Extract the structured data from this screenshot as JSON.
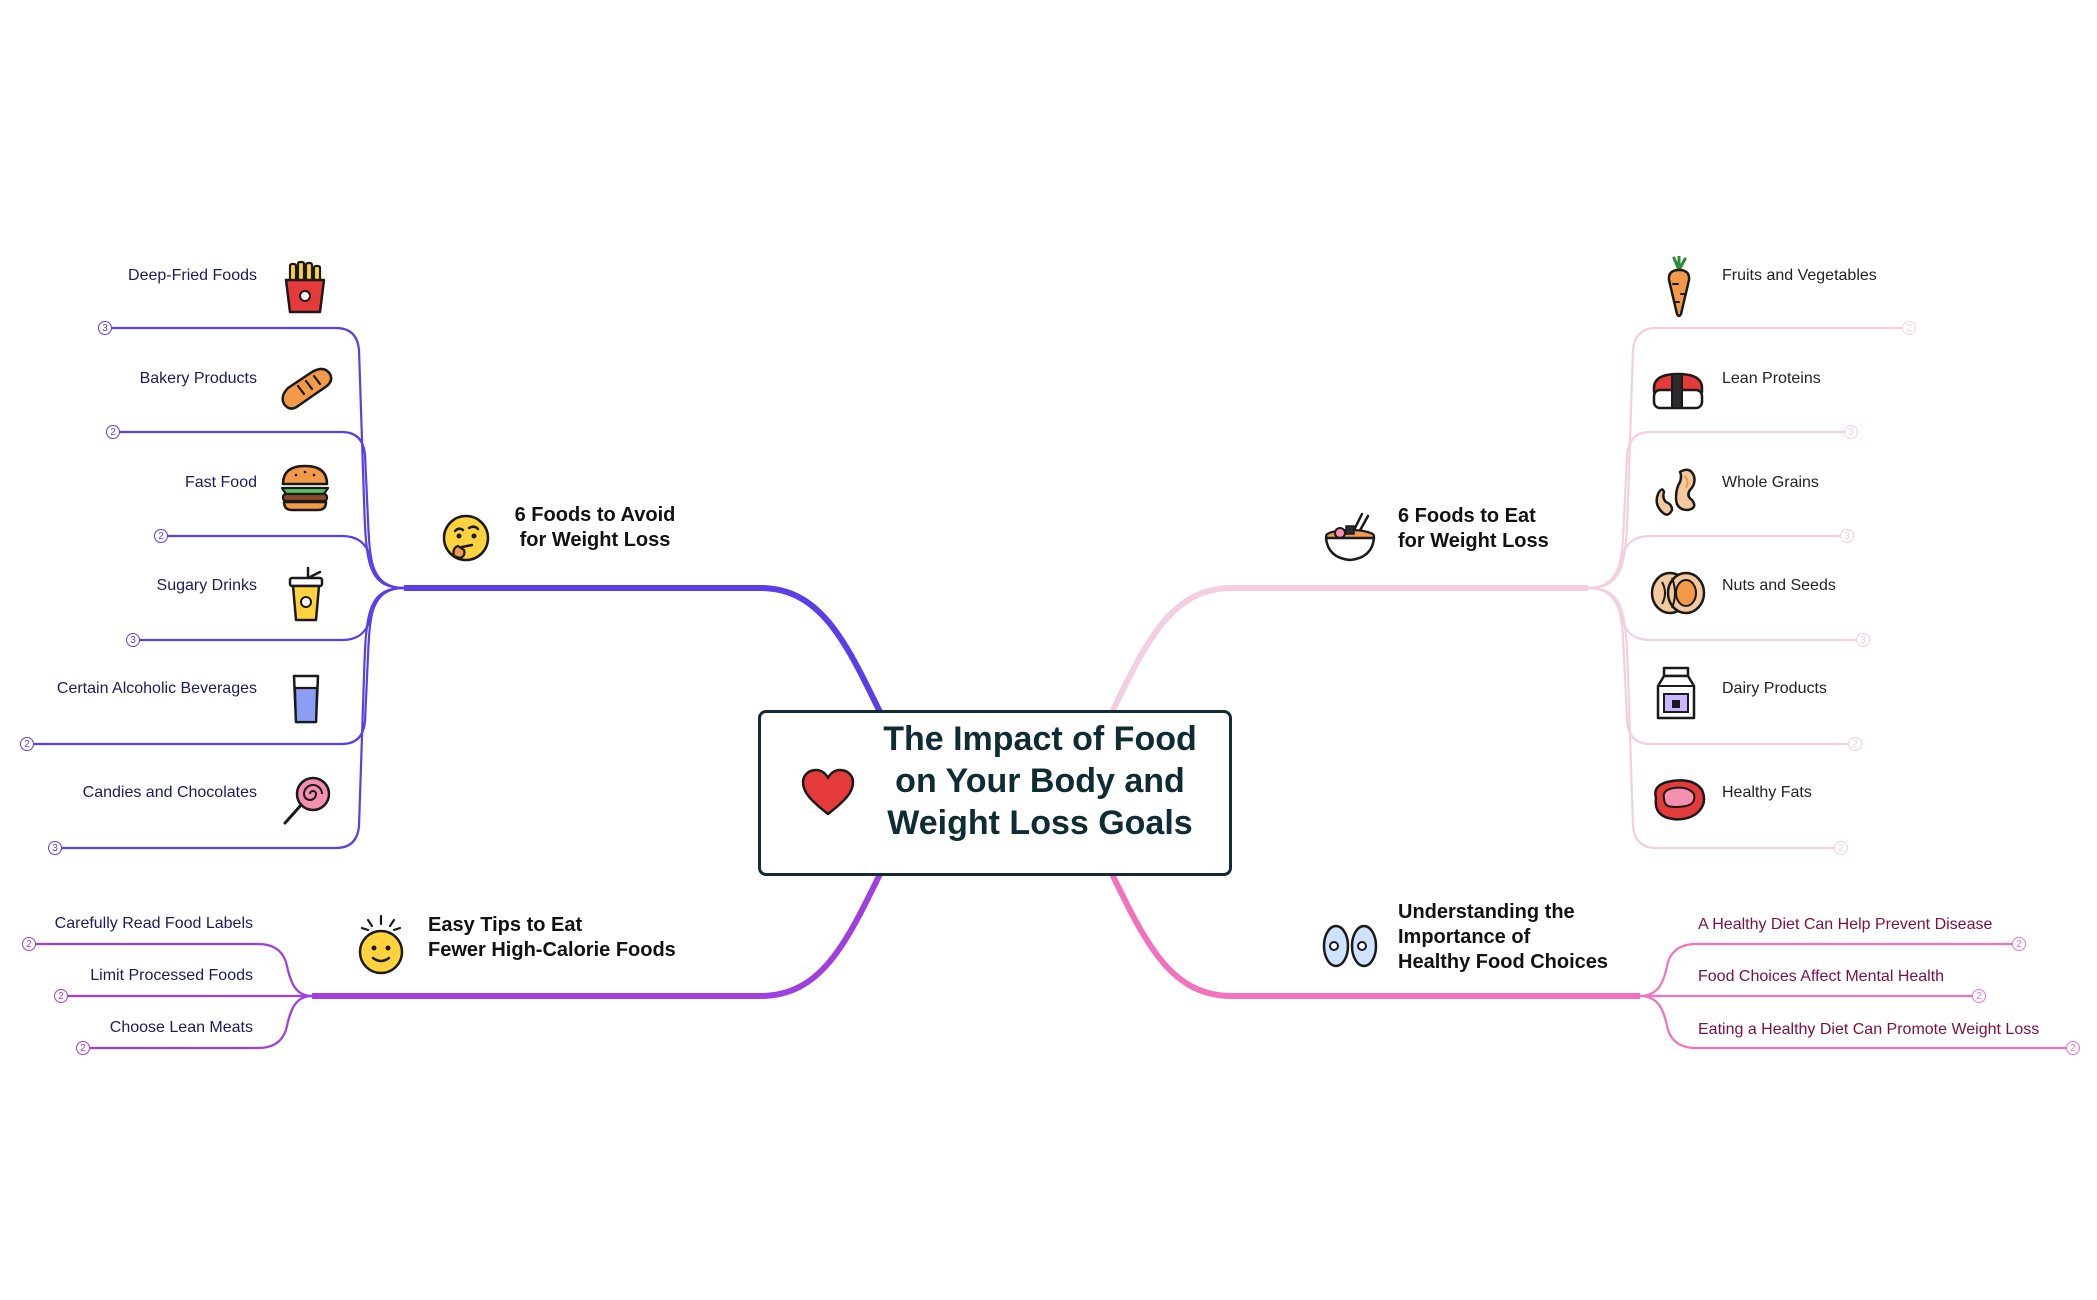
{
  "central": {
    "title": "The Impact of Food\non Your Body and\nWeight Loss Goals",
    "icon": "heart-icon"
  },
  "colors": {
    "avoid": "#5b3ee6",
    "tips": "#a03fe0",
    "eat": "#f1cfe0",
    "understand": "#f272bd",
    "central_border": "#142a36",
    "heart": "#e53a3a"
  },
  "branches": {
    "avoid": {
      "title": "6 Foods to Avoid\nfor Weight Loss",
      "icon": "thinking-face-icon",
      "items": [
        {
          "label": "Deep-Fried Foods",
          "count": "3",
          "icon": "french-fries-icon"
        },
        {
          "label": "Bakery Products",
          "count": "2",
          "icon": "bread-icon"
        },
        {
          "label": "Fast Food",
          "count": "2",
          "icon": "burger-icon"
        },
        {
          "label": "Sugary Drinks",
          "count": "3",
          "icon": "soda-cup-icon"
        },
        {
          "label": "Certain Alcoholic Beverages",
          "count": "2",
          "icon": "glass-icon"
        },
        {
          "label": "Candies and Chocolates",
          "count": "3",
          "icon": "lollipop-icon"
        }
      ]
    },
    "tips": {
      "title": "Easy Tips to Eat\nFewer High-Calorie Foods",
      "icon": "dizzy-face-icon",
      "items": [
        {
          "label": "Carefully Read Food Labels",
          "count": "2"
        },
        {
          "label": "Limit Processed Foods",
          "count": "2"
        },
        {
          "label": "Choose Lean Meats",
          "count": "2"
        }
      ]
    },
    "eat": {
      "title": "6 Foods to Eat\nfor Weight Loss",
      "icon": "ramen-bowl-icon",
      "items": [
        {
          "label": "Fruits and Vegetables",
          "count": "2",
          "icon": "carrot-icon"
        },
        {
          "label": "Lean Proteins",
          "count": "3",
          "icon": "sushi-icon"
        },
        {
          "label": "Whole Grains",
          "count": "3",
          "icon": "beans-icon"
        },
        {
          "label": "Nuts and Seeds",
          "count": "3",
          "icon": "nuts-icon"
        },
        {
          "label": "Dairy Products",
          "count": "2",
          "icon": "milk-carton-icon"
        },
        {
          "label": "Healthy Fats",
          "count": "2",
          "icon": "steak-icon"
        }
      ]
    },
    "understand": {
      "title": "Understanding the\nImportance of\nHealthy Food Choices",
      "icon": "eyes-icon",
      "items": [
        {
          "label": "A Healthy Diet Can Help Prevent Disease",
          "count": "2"
        },
        {
          "label": "Food Choices Affect Mental Health",
          "count": "2"
        },
        {
          "label": "Eating a Healthy Diet Can Promote Weight Loss",
          "count": "2"
        }
      ]
    }
  }
}
